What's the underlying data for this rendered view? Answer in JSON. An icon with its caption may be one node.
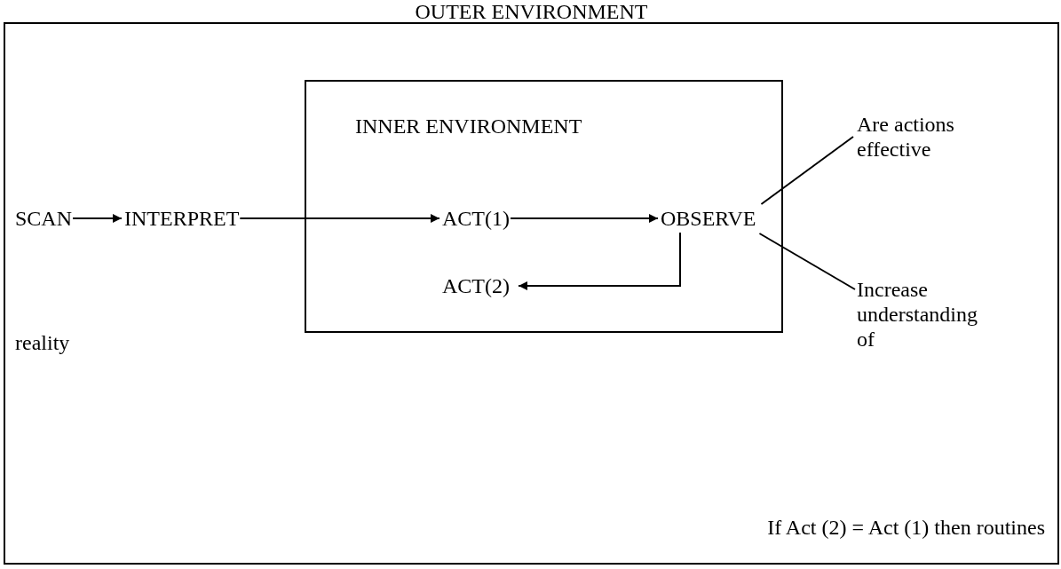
{
  "diagram": {
    "nodes": [
      {
        "text": [
          "OUTER ENVIRONMENT"
        ]
      },
      {
        "text": [
          "INNER ENVIRONMENT"
        ],
        "in": 0
      },
      {
        "text": [
          "SCAN"
        ],
        "in": 0
      },
      {
        "text": [
          "INTERPRET"
        ],
        "in": 0
      },
      {
        "text": [
          "ACT(1)"
        ],
        "in": 1
      },
      {
        "text": [
          "OBSERVE"
        ],
        "in": 1
      },
      {
        "text": [
          "ACT(2)"
        ],
        "in": 1
      },
      {
        "text": [
          "Are actions effective"
        ],
        "in": 0
      },
      {
        "text": [
          "Increase understanding of"
        ],
        "in": 0
      }
    ],
    "edges": [
      {
        "from": 2,
        "to": 3,
        "arrow": "to"
      },
      {
        "from": 3,
        "to": 4,
        "arrow": "to"
      },
      {
        "from": 4,
        "to": 5,
        "arrow": "to"
      },
      {
        "from": 5,
        "to": 6,
        "arrow": "to"
      },
      {
        "from": 5,
        "to": 7,
        "arrow": "none"
      },
      {
        "from": 5,
        "to": 8,
        "arrow": "none"
      }
    ],
    "labels": [
      "reality",
      "If Act (2) = Act (1) then routines"
    ]
  }
}
